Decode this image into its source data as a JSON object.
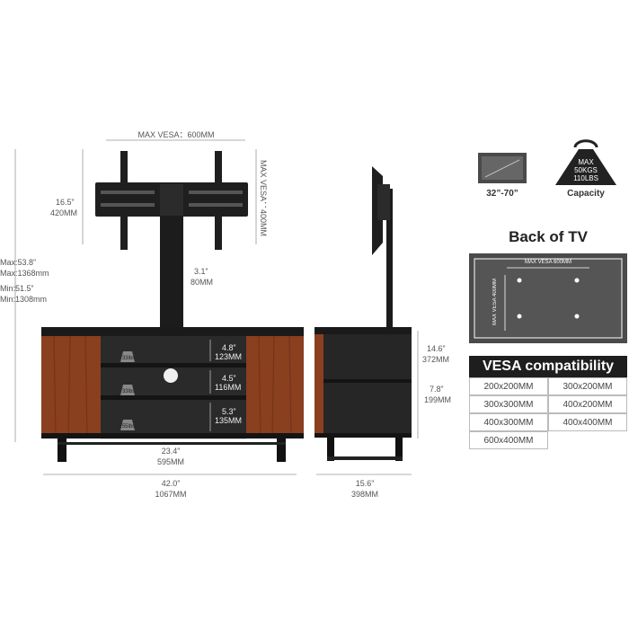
{
  "dimensions": {
    "max_vesa_top": "MAX VESA：600MM",
    "max_vesa_side": "MAX VESA：400MM",
    "bracket_height_in": "16.5”",
    "bracket_height_mm": "420MM",
    "max_height": "Max:53.8”",
    "max_height_mm": "Max:1368mm",
    "min_height": "Min:51.5”",
    "min_height_mm": "Min:1308mm",
    "adjust_in": "3.1”",
    "adjust_mm": "80MM",
    "shelf1_in": "4.8”",
    "shelf1_mm": "123MM",
    "shelf2_in": "4.5”",
    "shelf2_mm": "116MM",
    "shelf3_in": "5.3”",
    "shelf3_mm": "135MM",
    "inner_width_in": "23.4”",
    "inner_width_mm": "595MM",
    "total_width_in": "42.0”",
    "total_width_mm": "1067MM",
    "side_upper_in": "14.6”",
    "side_upper_mm": "372MM",
    "side_lower_in": "7.8”",
    "side_lower_mm": "199MM",
    "depth_in": "15.6”",
    "depth_mm": "398MM",
    "weight1": "33lbs",
    "weight2": "33lbs",
    "weight3": "55lbs"
  },
  "screen_size": "32”-70”",
  "capacity": {
    "line1": "MAX",
    "line2": "50KGS",
    "line3": "110LBS",
    "label": "Capacity"
  },
  "back_of_tv": {
    "title": "Back of TV",
    "vesa_h": "MAX VESA 600MM",
    "vesa_v": "MAX VESA 400MM"
  },
  "vesa_compat": {
    "title": "VESA compatibility",
    "rows": [
      [
        "200x200MM",
        "300x200MM"
      ],
      [
        "300x300MM",
        "400x200MM"
      ],
      [
        "400x300MM",
        "400x400MM"
      ],
      [
        "600x400MM",
        ""
      ]
    ]
  },
  "colors": {
    "wood": "#8a3f1f",
    "black": "#1e1e1e",
    "tv_back": "#4a4a4a"
  }
}
